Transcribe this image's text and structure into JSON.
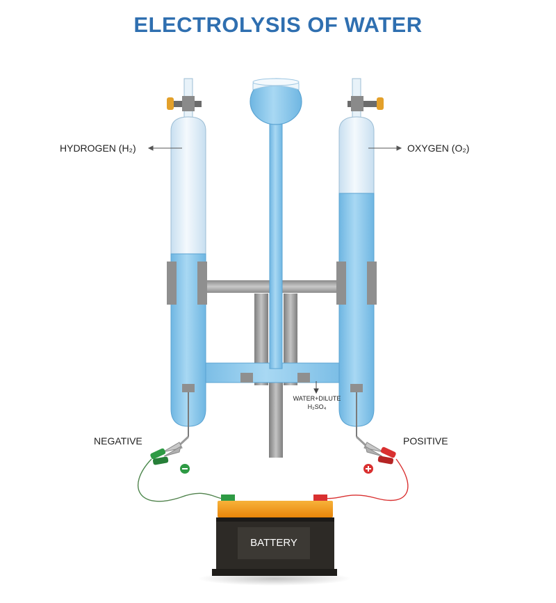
{
  "title": "ELECTROLYSIS OF WATER",
  "labels": {
    "hydrogen": "HYDROGEN (H₂)",
    "oxygen": "OXYGEN (O₂)",
    "negative": "NEGATIVE",
    "positive": "POSITIVE",
    "electrolyte_line1": "WATER+DILUTE",
    "electrolyte_line2": "H₂SO₄",
    "battery": "BATTERY"
  },
  "colors": {
    "title": "#2f6fb0",
    "water": "#8ec9ea",
    "gas": "#dfeef8",
    "metal": "#9a9a9a",
    "battery_top": "#f39c12",
    "battery_body": "#2d2a26",
    "wire_negative": "#2e9a44",
    "wire_positive": "#d93030"
  }
}
